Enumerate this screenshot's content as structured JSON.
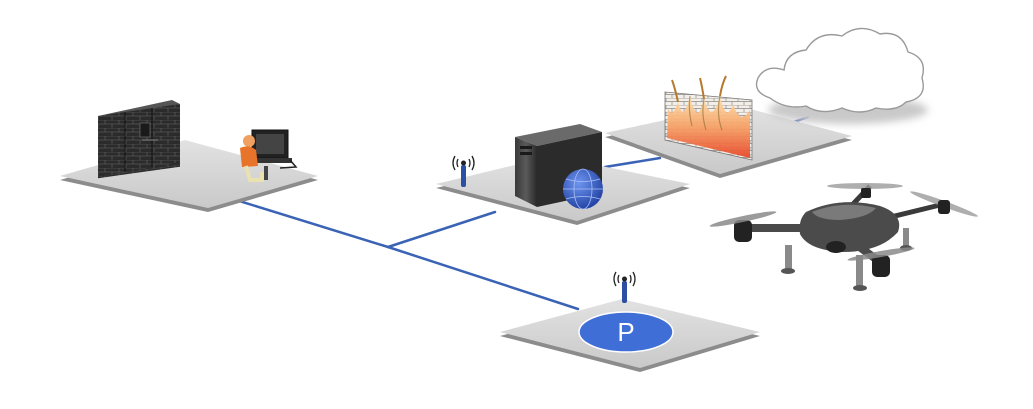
{
  "diagram": {
    "nodes": [
      {
        "id": "data-center",
        "label": ""
      },
      {
        "id": "operator-workstation",
        "label": ""
      },
      {
        "id": "control-server",
        "label": ""
      },
      {
        "id": "firewall",
        "label": ""
      },
      {
        "id": "cloud",
        "label": ""
      },
      {
        "id": "landing-pad",
        "label": ""
      },
      {
        "id": "drone",
        "label": ""
      }
    ],
    "links": [
      {
        "from": "data-center",
        "to": "control-server"
      },
      {
        "from": "data-center",
        "to": "landing-pad"
      },
      {
        "from": "control-server",
        "to": "firewall"
      },
      {
        "from": "firewall",
        "to": "cloud"
      }
    ],
    "landing_pad_letter": "P",
    "colors": {
      "link": "#3a63b5",
      "platform": "#d3d3d3",
      "platform_edge": "#8c8c8c",
      "pad_circle": "#3f6fd6",
      "fire": "#f26a3a",
      "operator_shirt": "#e8732a"
    }
  }
}
